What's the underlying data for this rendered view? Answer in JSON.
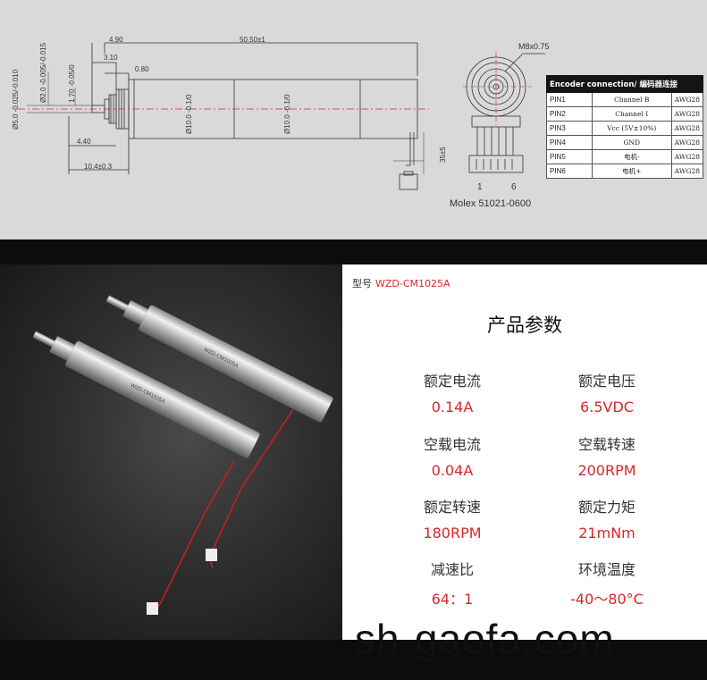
{
  "drawing": {
    "dims": {
      "d1": "4.90",
      "total": "50.50±1",
      "d2": "3.10",
      "d3": "0.80",
      "d4": "4.40",
      "d5": "10.4±0.3",
      "v1": "Ø2.0 -0.005/-0.015",
      "v2": "1.70 -0.05/0",
      "v3": "Ø5.0 -0.025/-0.010",
      "v4": "Ø10.0 -0.1/0",
      "v5": "Ø10.0 -0.1/0",
      "lead": "35±5"
    },
    "thread": "M8x0.75",
    "pins_left": "1",
    "pins_right": "6",
    "connector": "Molex 51021-0600"
  },
  "encoder": {
    "title": "Encoder connection/ 编码器连接",
    "rows": [
      {
        "pin": "PIN1",
        "signal": "Channel B",
        "awg": "AWG28"
      },
      {
        "pin": "PIN2",
        "signal": "Channel I",
        "awg": "AWG28"
      },
      {
        "pin": "PIN3",
        "signal": "Vcc (5V±10%)",
        "awg": "AWG28"
      },
      {
        "pin": "PIN4",
        "signal": "GND",
        "awg": "AWG28"
      },
      {
        "pin": "PIN5",
        "signal": "电机-",
        "awg": "AWG28"
      },
      {
        "pin": "PIN6",
        "signal": "电机+",
        "awg": "AWG28"
      }
    ]
  },
  "product": {
    "model_label": "型号",
    "model_value": "WZD-CM1025A",
    "title": "产品参数",
    "motor_print": "WZD-CM1025A"
  },
  "specs": [
    {
      "label": "额定电流",
      "value": "0.14A"
    },
    {
      "label": "额定电压",
      "value": "6.5VDC"
    },
    {
      "label": "空载电流",
      "value": "0.04A"
    },
    {
      "label": "空载转速",
      "value": "200RPM"
    },
    {
      "label": "额定转速",
      "value": "180RPM"
    },
    {
      "label": "额定力矩",
      "value": "21mNm"
    },
    {
      "label": "减速比",
      "value": "64：1"
    },
    {
      "label": "环境温度",
      "value": "-40～80°C"
    }
  ],
  "watermark": "sh-gaofa.com",
  "colors": {
    "accent": "#d8262b",
    "table_header": "#141414",
    "drawing_bg": "#d9d9d9"
  }
}
